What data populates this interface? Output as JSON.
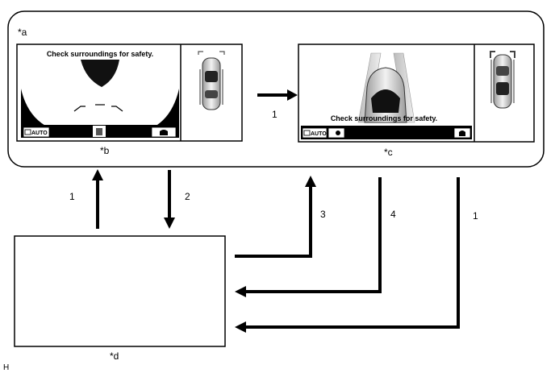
{
  "labels": {
    "a": "*a",
    "b": "*b",
    "c": "*c",
    "d": "*d",
    "h": "H"
  },
  "screen_b": {
    "message": "Check surroundings for safety.",
    "auto_button": "AUTO"
  },
  "screen_c": {
    "message": "Check surroundings for safety.",
    "auto_button": "AUTO"
  },
  "arrows": {
    "b_to_c": "1",
    "d_to_b": "1",
    "b_to_d": "2",
    "d_to_c": "3",
    "c_to_d_4": "4",
    "c_to_d_1": "1"
  }
}
